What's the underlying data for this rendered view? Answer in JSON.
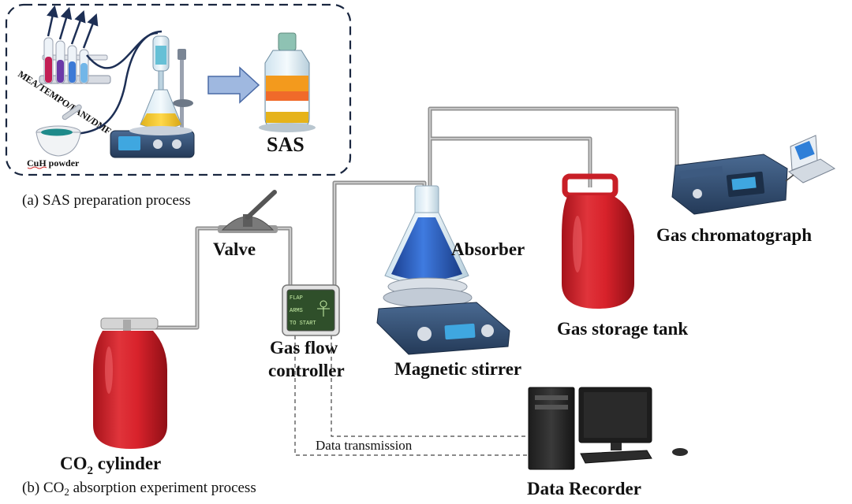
{
  "prep": {
    "caption": "(a) SAS preparation process",
    "reagents_label": "MEA/TEMPO/PANI/DMF",
    "powder_label": "CuH powder",
    "product_label": "SAS"
  },
  "absorption": {
    "caption_prefix": "(b) CO",
    "caption_sub": "2",
    "caption_suffix": " absorption experiment process",
    "valve_label": "Valve",
    "cylinder_prefix": "CO",
    "cylinder_sub": "2",
    "cylinder_suffix": " cylinder",
    "flow_controller_line1": "Gas flow",
    "flow_controller_line2": "controller",
    "flow_screen_line1": "FLAP",
    "flow_screen_line2": "ARMS",
    "flow_screen_line3": "TO START",
    "absorber_label": "Absorber",
    "stirrer_label": "Magnetic stirrer",
    "tank_label": "Gas storage tank",
    "gc_label": "Gas chromatograph",
    "data_transmission_label": "Data transmission",
    "recorder_label": "Data Recorder"
  },
  "colors": {
    "cylinder_red": "#d8222b",
    "pipe_gray": "#9a9a9a",
    "flask_blue": "#2a62c9",
    "device_navy": "#2e4a6e",
    "arrow_blue": "#9fb8e0"
  }
}
